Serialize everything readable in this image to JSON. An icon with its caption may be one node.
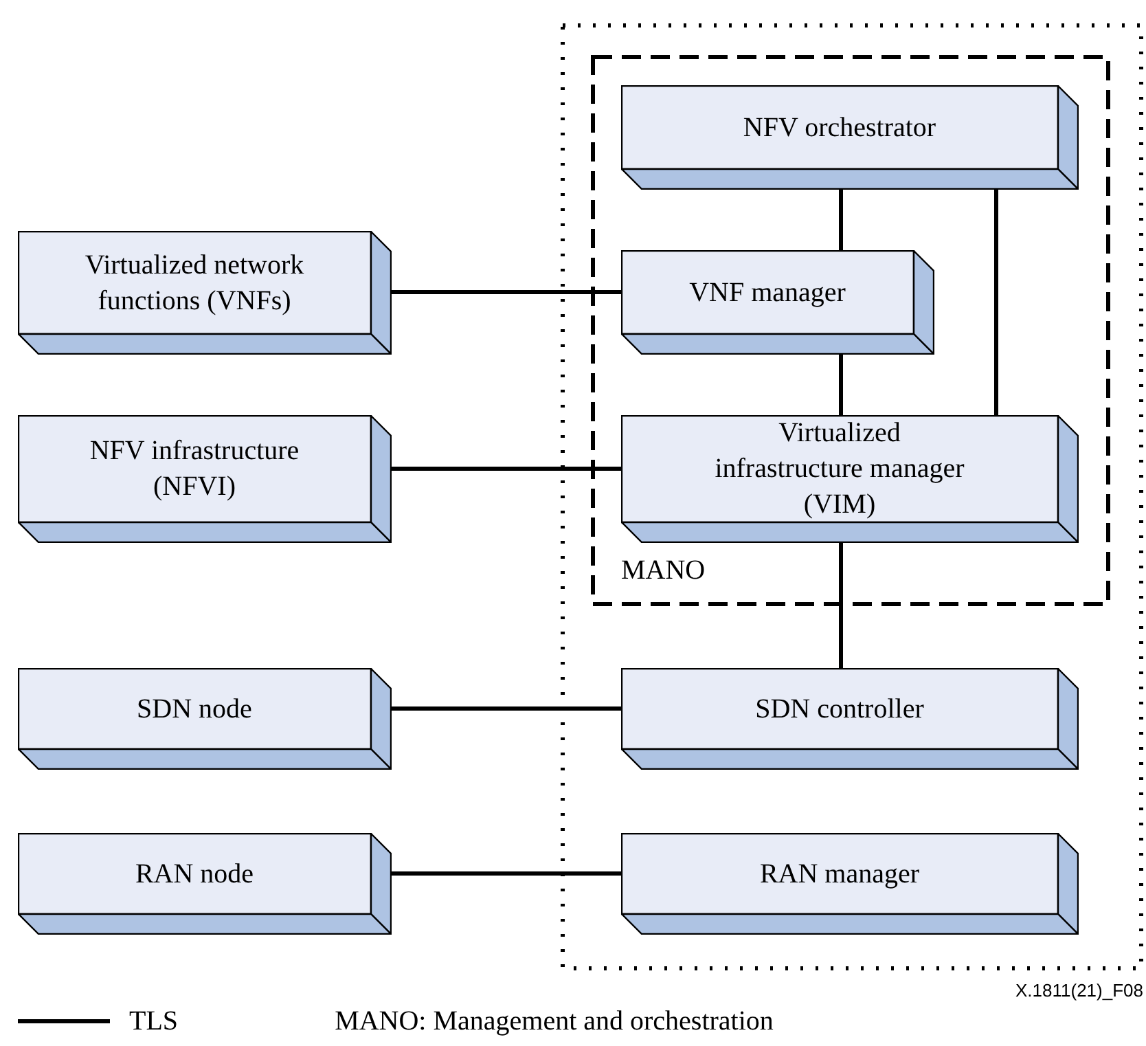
{
  "diagram": {
    "nodes": [
      {
        "text": [],
        "shape": "box"
      },
      {
        "text": [
          "MANO"
        ],
        "in": 0
      },
      {
        "text": [
          "NFV orchestrator"
        ],
        "in": 1
      },
      {
        "text": [
          "Virtualized network functions (VNFs)"
        ]
      },
      {
        "text": [
          "VNF manager"
        ],
        "in": 1
      },
      {
        "text": [
          "NFV infrastructure (NFVI)"
        ]
      },
      {
        "text": [
          "Virtualized infrastructure manager (VIM)"
        ],
        "in": 1
      },
      {
        "text": [
          "SDN node"
        ]
      },
      {
        "text": [
          "SDN controller"
        ],
        "in": 0
      },
      {
        "text": [
          "RAN node"
        ]
      },
      {
        "text": [
          "RAN manager"
        ],
        "in": 0
      }
    ],
    "edges": [
      {
        "from": 3,
        "to": 4,
        "arrow": "none"
      },
      {
        "from": 2,
        "to": 4,
        "arrow": "none"
      },
      {
        "from": 2,
        "to": 6,
        "arrow": "none"
      },
      {
        "from": 5,
        "to": 6,
        "arrow": "none"
      },
      {
        "from": 4,
        "to": 6,
        "arrow": "none"
      },
      {
        "from": 6,
        "to": 8,
        "arrow": "none"
      },
      {
        "from": 7,
        "to": 8,
        "arrow": "none"
      },
      {
        "from": 9,
        "to": 10,
        "arrow": "none"
      }
    ],
    "labels": [
      "X.1811(21)_F08",
      "MANO: Management and orchestration"
    ],
    "legend": [
      {
        "text": "TLS"
      }
    ]
  }
}
